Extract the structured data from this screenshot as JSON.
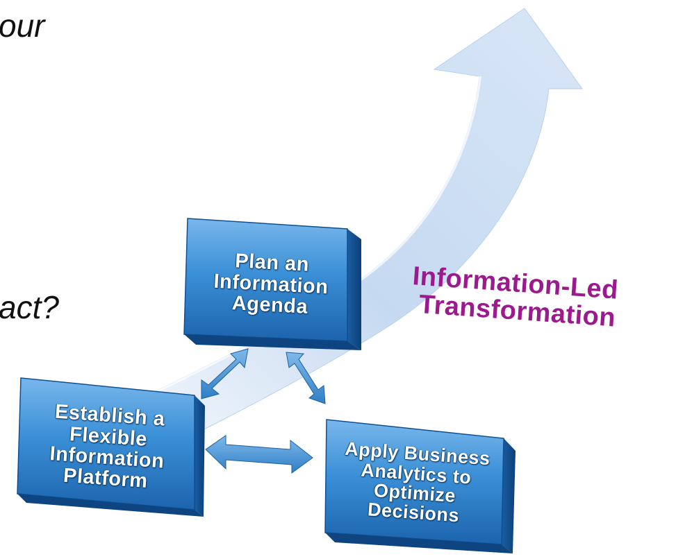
{
  "partial_text": {
    "line1": "our",
    "line2": "act?"
  },
  "boxes": {
    "plan": "Plan an Information Agenda",
    "establish": "Establish a Flexible Information Platform",
    "apply": "Apply Business Analytics to Optimize Decisions"
  },
  "tagline": {
    "line1": "Information-Led",
    "line2": "Transformation"
  },
  "colors": {
    "box_blue": "#2f86cf",
    "box_edge": "#0e4f8f",
    "arrow_swoosh": "#c9dcf2",
    "tagline": "#9b1b8e",
    "connector": "#3a88cc"
  },
  "icons": [
    "double-headed-arrow",
    "swoosh-arrow"
  ]
}
